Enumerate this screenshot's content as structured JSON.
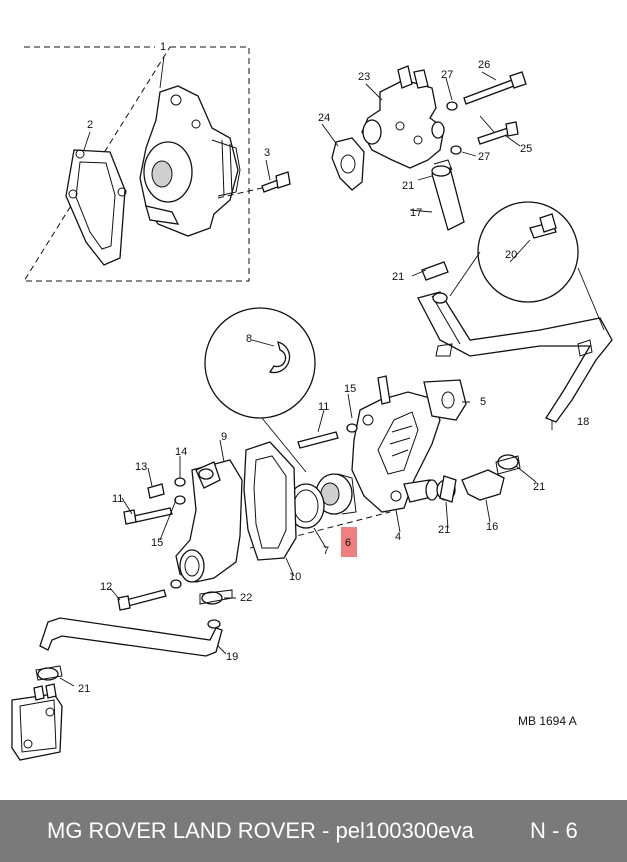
{
  "diagram": {
    "callouts": [
      {
        "id": "c1",
        "label": "1"
      },
      {
        "id": "c2",
        "label": "2"
      },
      {
        "id": "c3",
        "label": "3"
      },
      {
        "id": "c4",
        "label": "4"
      },
      {
        "id": "c5",
        "label": "5"
      },
      {
        "id": "c6",
        "label": "6",
        "highlighted": true
      },
      {
        "id": "c7",
        "label": "7"
      },
      {
        "id": "c8",
        "label": "8"
      },
      {
        "id": "c9",
        "label": "9"
      },
      {
        "id": "c10",
        "label": "10"
      },
      {
        "id": "c11a",
        "label": "11"
      },
      {
        "id": "c11b",
        "label": "11"
      },
      {
        "id": "c12",
        "label": "12"
      },
      {
        "id": "c13",
        "label": "13"
      },
      {
        "id": "c14",
        "label": "14"
      },
      {
        "id": "c15a",
        "label": "15"
      },
      {
        "id": "c15b",
        "label": "15"
      },
      {
        "id": "c16",
        "label": "16"
      },
      {
        "id": "c17",
        "label": "17"
      },
      {
        "id": "c18",
        "label": "18"
      },
      {
        "id": "c19",
        "label": "19"
      },
      {
        "id": "c20",
        "label": "20"
      },
      {
        "id": "c21a",
        "label": "21"
      },
      {
        "id": "c21b",
        "label": "21"
      },
      {
        "id": "c21c",
        "label": "21"
      },
      {
        "id": "c21d",
        "label": "21"
      },
      {
        "id": "c21e",
        "label": "21"
      },
      {
        "id": "c22",
        "label": "22"
      },
      {
        "id": "c23",
        "label": "23"
      },
      {
        "id": "c24",
        "label": "24"
      },
      {
        "id": "c25",
        "label": "25"
      },
      {
        "id": "c26",
        "label": "26"
      },
      {
        "id": "c27a",
        "label": "27"
      },
      {
        "id": "c27b",
        "label": "27"
      }
    ],
    "reference_code": "MB 1694 A",
    "highlight_color": "#f08080"
  },
  "footer": {
    "title": "MG ROVER LAND ROVER - pel100300eva",
    "page": "N - 6"
  }
}
